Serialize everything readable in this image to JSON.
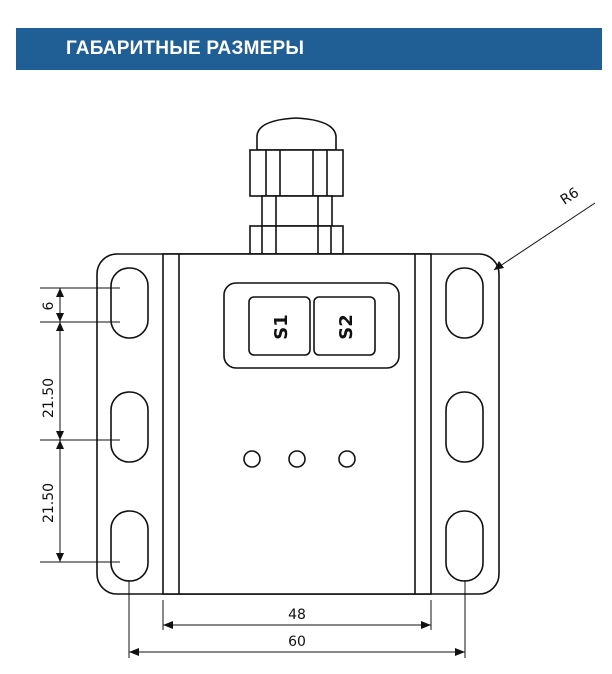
{
  "header": {
    "title": "ГАБАРИТНЫЕ РАЗМЕРЫ"
  },
  "buttons": {
    "s1": "S1",
    "s2": "S2"
  },
  "dimensions": {
    "hole_height": "6",
    "pitch_upper": "21.50",
    "pitch_lower": "21.50",
    "inner_width": "48",
    "outer_width": "60",
    "corner_radius": "R6"
  },
  "colors": {
    "header_bg": "#1f5f95",
    "line": "#111111"
  }
}
